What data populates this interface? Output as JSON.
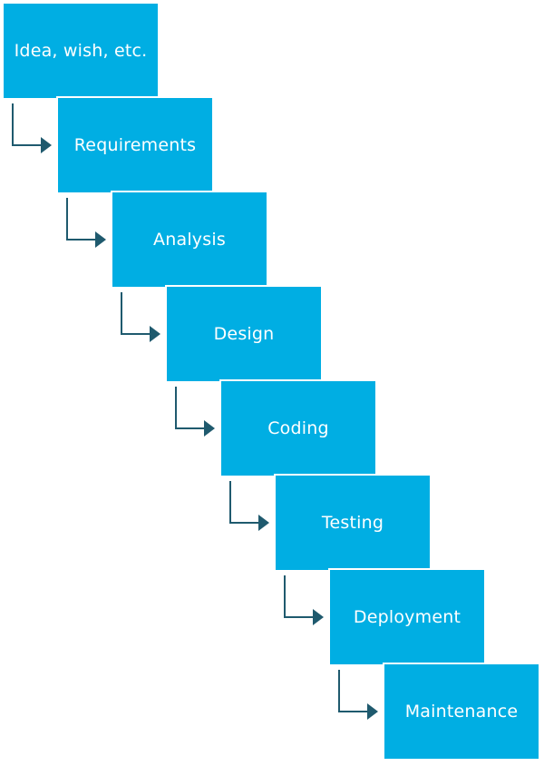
{
  "colors": {
    "box_fill": "#00aee3",
    "box_border": "#ffffff",
    "text": "#ffffff",
    "arrow": "#1f5a6e"
  },
  "steps": [
    {
      "label": "Idea, wish, etc."
    },
    {
      "label": "Requirements"
    },
    {
      "label": "Analysis"
    },
    {
      "label": "Design"
    },
    {
      "label": "Coding"
    },
    {
      "label": "Testing"
    },
    {
      "label": "Deployment"
    },
    {
      "label": "Maintenance"
    }
  ]
}
